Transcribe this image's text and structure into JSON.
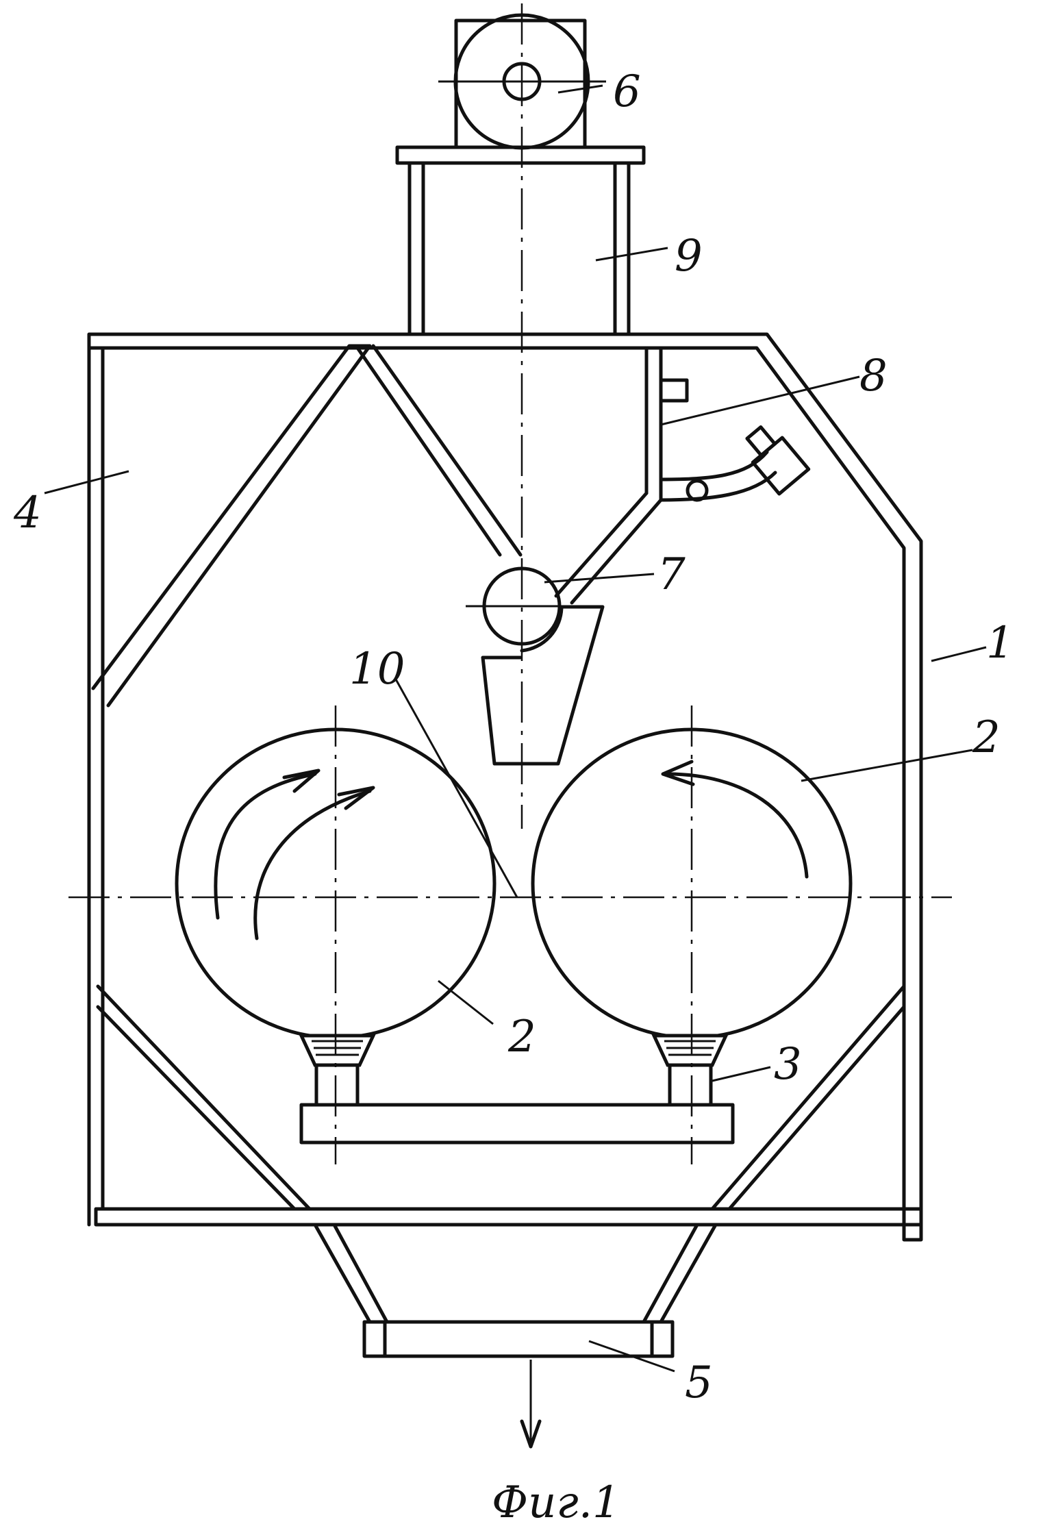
{
  "labels": {
    "n1": "1",
    "n2a": "2",
    "n2b": "2",
    "n3": "3",
    "n4": "4",
    "n5": "5",
    "n6": "6",
    "n7": "7",
    "n8": "8",
    "n9": "9",
    "n10": "10"
  },
  "caption": "Фиг.1"
}
